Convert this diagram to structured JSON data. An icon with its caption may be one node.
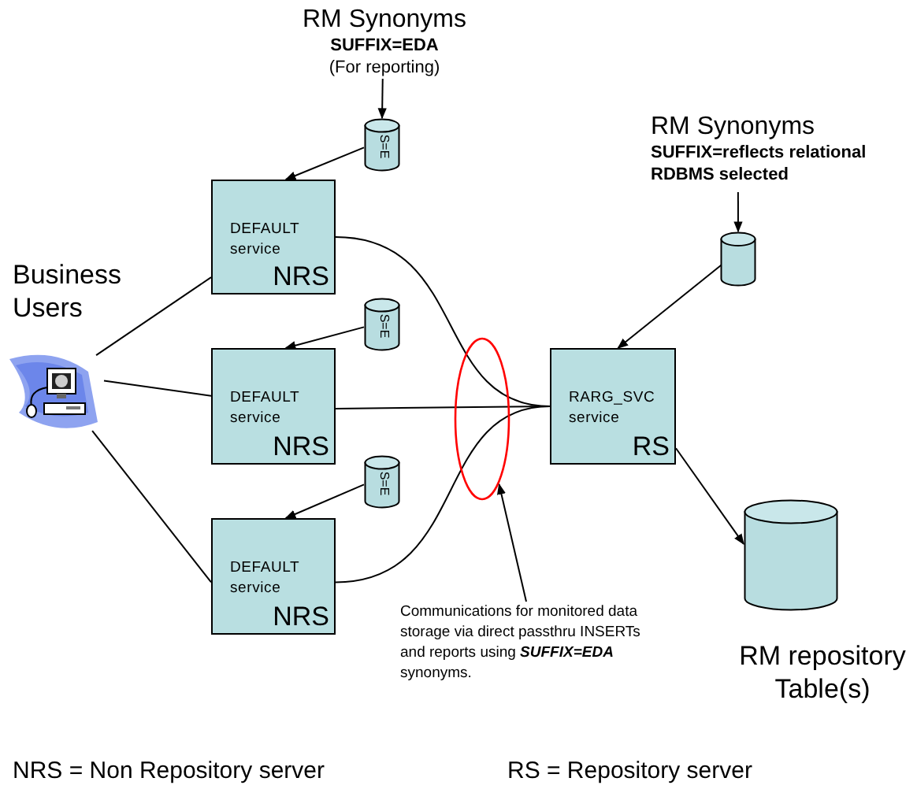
{
  "diagram": {
    "nodes": [
      {
        "text": [
          "RM Synonyms",
          "SUFFIX=EDA",
          "(For reporting)"
        ]
      },
      {
        "text": [
          "S=E"
        ]
      },
      {
        "text": [
          "DEFAULT service",
          "NRS"
        ]
      },
      {
        "text": [
          "S=E"
        ]
      },
      {
        "text": [
          "DEFAULT service",
          "NRS"
        ]
      },
      {
        "text": [
          "S=E"
        ]
      },
      {
        "text": [
          "DEFAULT service",
          "NRS"
        ]
      },
      {
        "text": [],
        "shape": "picture",
        "beside": [
          "Business Users"
        ]
      },
      {
        "text": [
          "RM Synonyms",
          "SUFFIX=reflects relational RDBMS selected"
        ]
      },
      {
        "text": [],
        "shape": "cylinder"
      },
      {
        "text": [
          "RARG_SVC service",
          "RS"
        ]
      },
      {
        "text": [],
        "shape": "cylinder",
        "beside": [
          "RM repository Table(s)"
        ]
      },
      {
        "text": [
          "Communications for monitored data storage via direct passthru INSERTs and reports using **SUFFIX=EDA** synonyms."
        ]
      }
    ],
    "edges": [
      {
        "from": 0,
        "to": 1,
        "arrow": "to"
      },
      {
        "from": 1,
        "to": 2,
        "arrow": "to"
      },
      {
        "from": 3,
        "to": 4,
        "arrow": "to"
      },
      {
        "from": 5,
        "to": 6,
        "arrow": "to"
      },
      {
        "from": 7,
        "to": 2,
        "arrow": "none"
      },
      {
        "from": 7,
        "to": 4,
        "arrow": "none"
      },
      {
        "from": 7,
        "to": 6,
        "arrow": "none"
      },
      {
        "from": 2,
        "to": 10,
        "arrow": "none"
      },
      {
        "from": 4,
        "to": 10,
        "arrow": "none"
      },
      {
        "from": 6,
        "to": 10,
        "arrow": "none"
      },
      {
        "from": 8,
        "to": 9,
        "arrow": "to"
      },
      {
        "from": 9,
        "to": 10,
        "arrow": "to"
      },
      {
        "from": 10,
        "to": 11,
        "arrow": "to"
      },
      {
        "from": 12,
        "to": null,
        "arrow": "to"
      }
    ],
    "labels": [
      "NRS = Non Repository server",
      "RS = Repository server"
    ]
  }
}
